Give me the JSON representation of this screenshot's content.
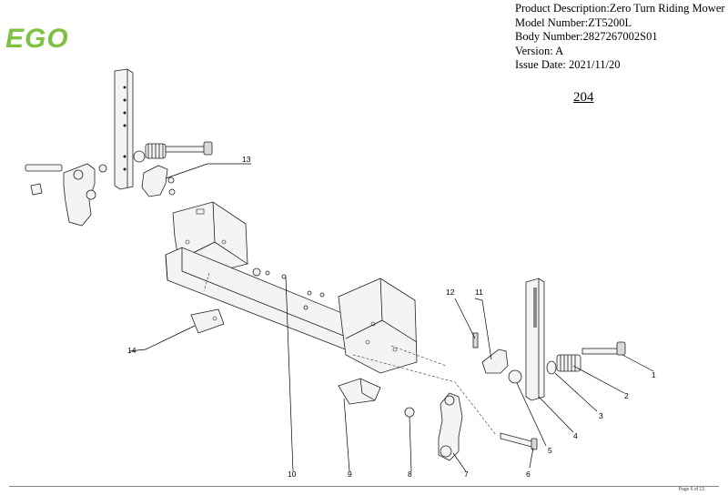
{
  "brand": {
    "logo_text": "EGO",
    "logo_color": "#7dc242"
  },
  "header": {
    "product_description": "Product Description:Zero Turn Riding Mower",
    "model_number": "Model Number:ZT5200L",
    "body_number": "Body Number:2827267002S01",
    "version": "Version: A",
    "issue_date": "Issue Date: 2021/11/20"
  },
  "page_ref": "204",
  "callouts": [
    "1",
    "2",
    "3",
    "4",
    "5",
    "6",
    "7",
    "8",
    "9",
    "10",
    "11",
    "12",
    "13",
    "14"
  ],
  "footer": {
    "page": "Page 6 of 13"
  }
}
